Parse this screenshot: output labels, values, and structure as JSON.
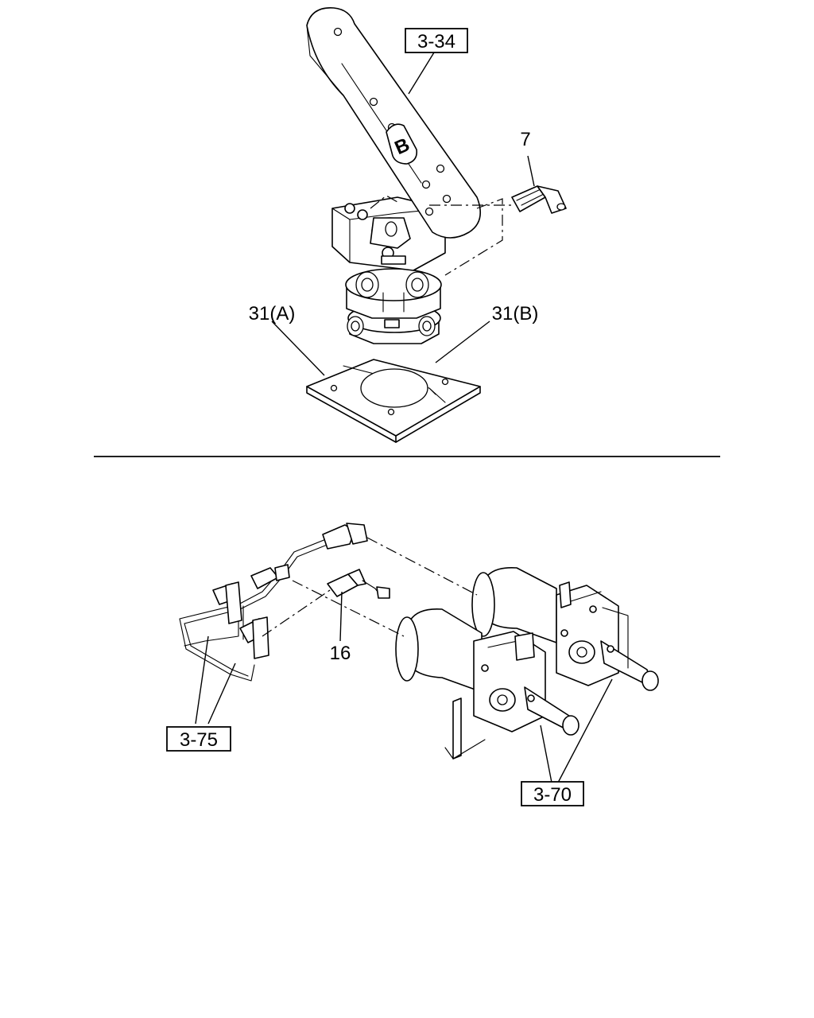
{
  "callouts": {
    "ref_3_34": "3-34",
    "part_7": "7",
    "part_31a": "31(A)",
    "part_31b": "31(B)",
    "part_16": "16",
    "ref_3_75": "3-75",
    "ref_3_70": "3-70"
  },
  "pedal_marking": "B"
}
